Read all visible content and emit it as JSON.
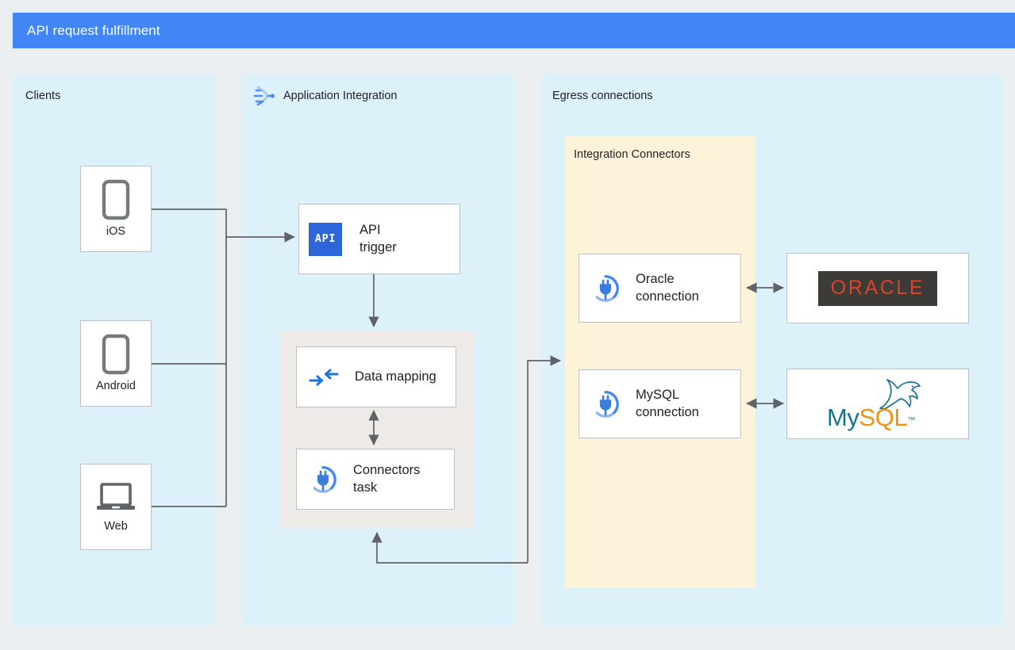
{
  "header": {
    "title": "API request fulfillment",
    "accent_color": "#4285f4"
  },
  "colors": {
    "canvas_bg": "#eceff1",
    "panel_bg": "#ddf1fb",
    "subpanel_bg": "#fdf3d8",
    "groupbox_bg": "#eeeae7",
    "node_border": "#bdc1c6",
    "wire": "#5f6368",
    "icon_blue": "#2c66d9",
    "icon_blue_light": "#a6c5f7",
    "oracle_red": "#d9442b",
    "oracle_bg": "#3c3b37",
    "mysql_teal": "#17748f",
    "mysql_orange": "#f29111"
  },
  "panels": [
    {
      "id": "clients",
      "label": "Clients",
      "icon": null
    },
    {
      "id": "application-integration",
      "label": "Application Integration",
      "icon": "application-integration-icon"
    },
    {
      "id": "egress-connections",
      "label": "Egress connections",
      "icon": null
    }
  ],
  "subpanel": {
    "label": "Integration Connectors"
  },
  "clients": [
    {
      "id": "ios",
      "label": "iOS",
      "icon": "phone-icon"
    },
    {
      "id": "android",
      "label": "Android",
      "icon": "phone-icon"
    },
    {
      "id": "web",
      "label": "Web",
      "icon": "laptop-icon"
    }
  ],
  "integration_nodes": [
    {
      "id": "api-trigger",
      "label": "API\ntrigger",
      "icon": "api-icon",
      "icon_text": "API"
    },
    {
      "id": "data-mapping",
      "label": "Data mapping",
      "icon": "data-mapping-icon"
    },
    {
      "id": "connectors-task",
      "label": "Connectors\ntask",
      "icon": "connector-plug-icon"
    }
  ],
  "connections": [
    {
      "id": "oracle-connection",
      "label": "Oracle\nconnection",
      "icon": "connector-plug-icon"
    },
    {
      "id": "mysql-connection",
      "label": "MySQL\nconnection",
      "icon": "connector-plug-icon"
    }
  ],
  "databases": [
    {
      "id": "oracle",
      "logo": "oracle-logo",
      "wordmark": "ORACLE"
    },
    {
      "id": "mysql",
      "logo": "mysql-logo",
      "wordmark_primary": "My",
      "wordmark_secondary": "SQL",
      "trademark": "™"
    }
  ]
}
